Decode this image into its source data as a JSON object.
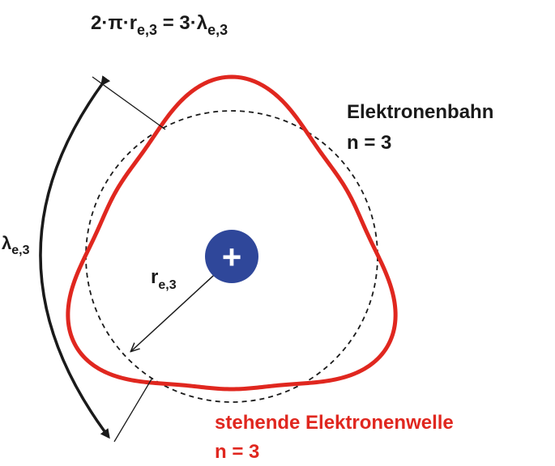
{
  "formula": {
    "lhs": "2·π·r",
    "lhs_sub": "e,3",
    "mid": " = 3·λ",
    "rhs_sub": "e,3"
  },
  "orbit_label": {
    "line1": "Elektronenbahn",
    "line2": "n = 3"
  },
  "wave_label": {
    "line1": "stehende Elektronenwelle",
    "line2": "n = 3"
  },
  "radius_label": {
    "symbol": "r",
    "sub": "e,3"
  },
  "wavelength_label": {
    "symbol": "λ",
    "sub": "e,3"
  },
  "nucleus": {
    "symbol": "+"
  },
  "colors": {
    "wave": "#e0271f",
    "nucleus": "#2f479a",
    "text": "#1a1a1a",
    "wave_text": "#e0271f"
  },
  "wave_nodes": 3
}
